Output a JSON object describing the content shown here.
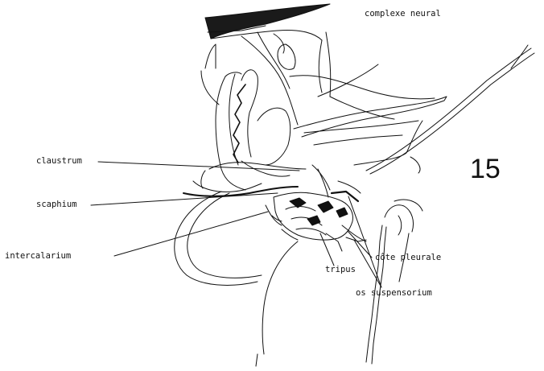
{
  "figure_number": "15",
  "labels": {
    "complexe_neural": "complexe neural",
    "claustrum": "claustrum",
    "scaphium": "scaphium",
    "intercalarium": "intercalarium",
    "tripus": "tripus",
    "cote_pleurale": "côte pleurale",
    "os_suspensorium": "os suspensorium"
  },
  "colors": {
    "ink": "#111111",
    "paper": "#ffffff"
  }
}
